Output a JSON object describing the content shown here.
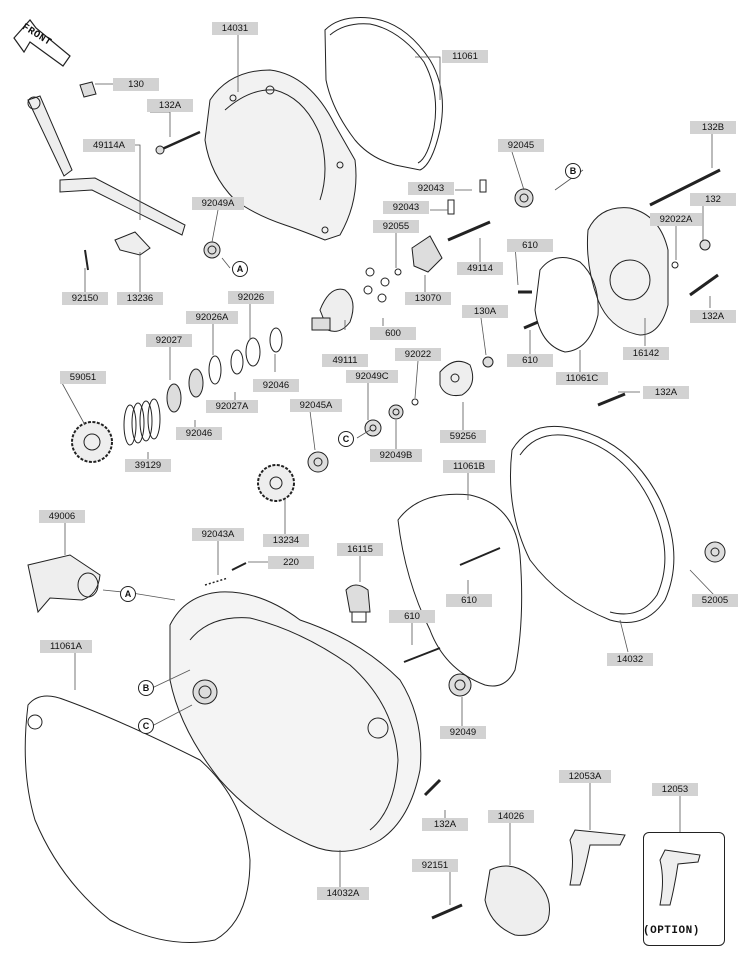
{
  "front_label": "FRONT",
  "option_label": "(OPTION)",
  "callouts": {
    "a1": "A",
    "a2": "A",
    "b1": "B",
    "b2": "B",
    "c1": "C",
    "c2": "C"
  },
  "parts": {
    "p14031": "14031",
    "p11061": "11061",
    "p130": "130",
    "p132A_top": "132A",
    "p49114A": "49114A",
    "p92049A": "92049A",
    "p92150": "92150",
    "p13236": "13236",
    "p92045": "92045",
    "p92043_a": "92043",
    "p92043_b": "92043",
    "p92055": "92055",
    "p49114": "49114",
    "p13070": "13070",
    "p132B": "132B",
    "p92022A": "92022A",
    "p132": "132",
    "p132A_right": "132A",
    "p610_top": "610",
    "p610_mid": "610",
    "p11061C": "11061C",
    "p16142": "16142",
    "p92026": "92026",
    "p92026A": "92026A",
    "p92027": "92027",
    "p49111": "49111",
    "p600": "600",
    "p130A": "130A",
    "p59051": "59051",
    "p92046_a": "92046",
    "p92027A": "92027A",
    "p92046_b": "92046",
    "p92045A": "92045A",
    "p92049C": "92049C",
    "p92022": "92022",
    "p132A_mid": "132A",
    "p39129": "39129",
    "p92049B": "92049B",
    "p59256": "59256",
    "p11061B": "11061B",
    "p13234": "13234",
    "p49006": "49006",
    "p92043A": "92043A",
    "p220": "220",
    "p16115": "16115",
    "p610_low": "610",
    "p52005": "52005",
    "p11061A": "11061A",
    "p610_bottom": "610",
    "p14032": "14032",
    "p92049": "92049",
    "p12053A": "12053A",
    "p12053": "12053",
    "p132A_low": "132A",
    "p14026": "14026",
    "p92151": "92151",
    "p14032A": "14032A"
  },
  "colors": {
    "label_bg": "#d2d2d2",
    "line": "#222222",
    "part_fill": "#e6e6e6"
  }
}
